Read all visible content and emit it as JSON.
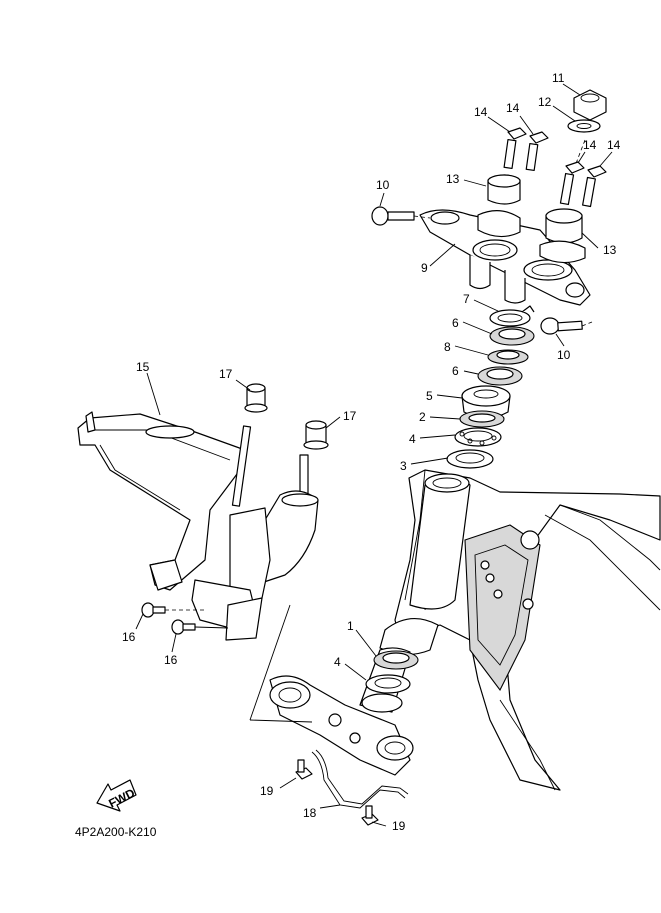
{
  "diagram": {
    "code": "4P2A200-K210",
    "fwd_label": "FWD",
    "fwd_icon": "fwd-arrow-icon",
    "callouts": [
      "11",
      "12",
      "14",
      "14",
      "14",
      "14",
      "13",
      "10",
      "13",
      "9",
      "7",
      "10",
      "6",
      "8",
      "6",
      "5",
      "2",
      "4",
      "3",
      "15",
      "17",
      "17",
      "16",
      "16",
      "1",
      "4",
      "19",
      "18",
      "19"
    ]
  }
}
